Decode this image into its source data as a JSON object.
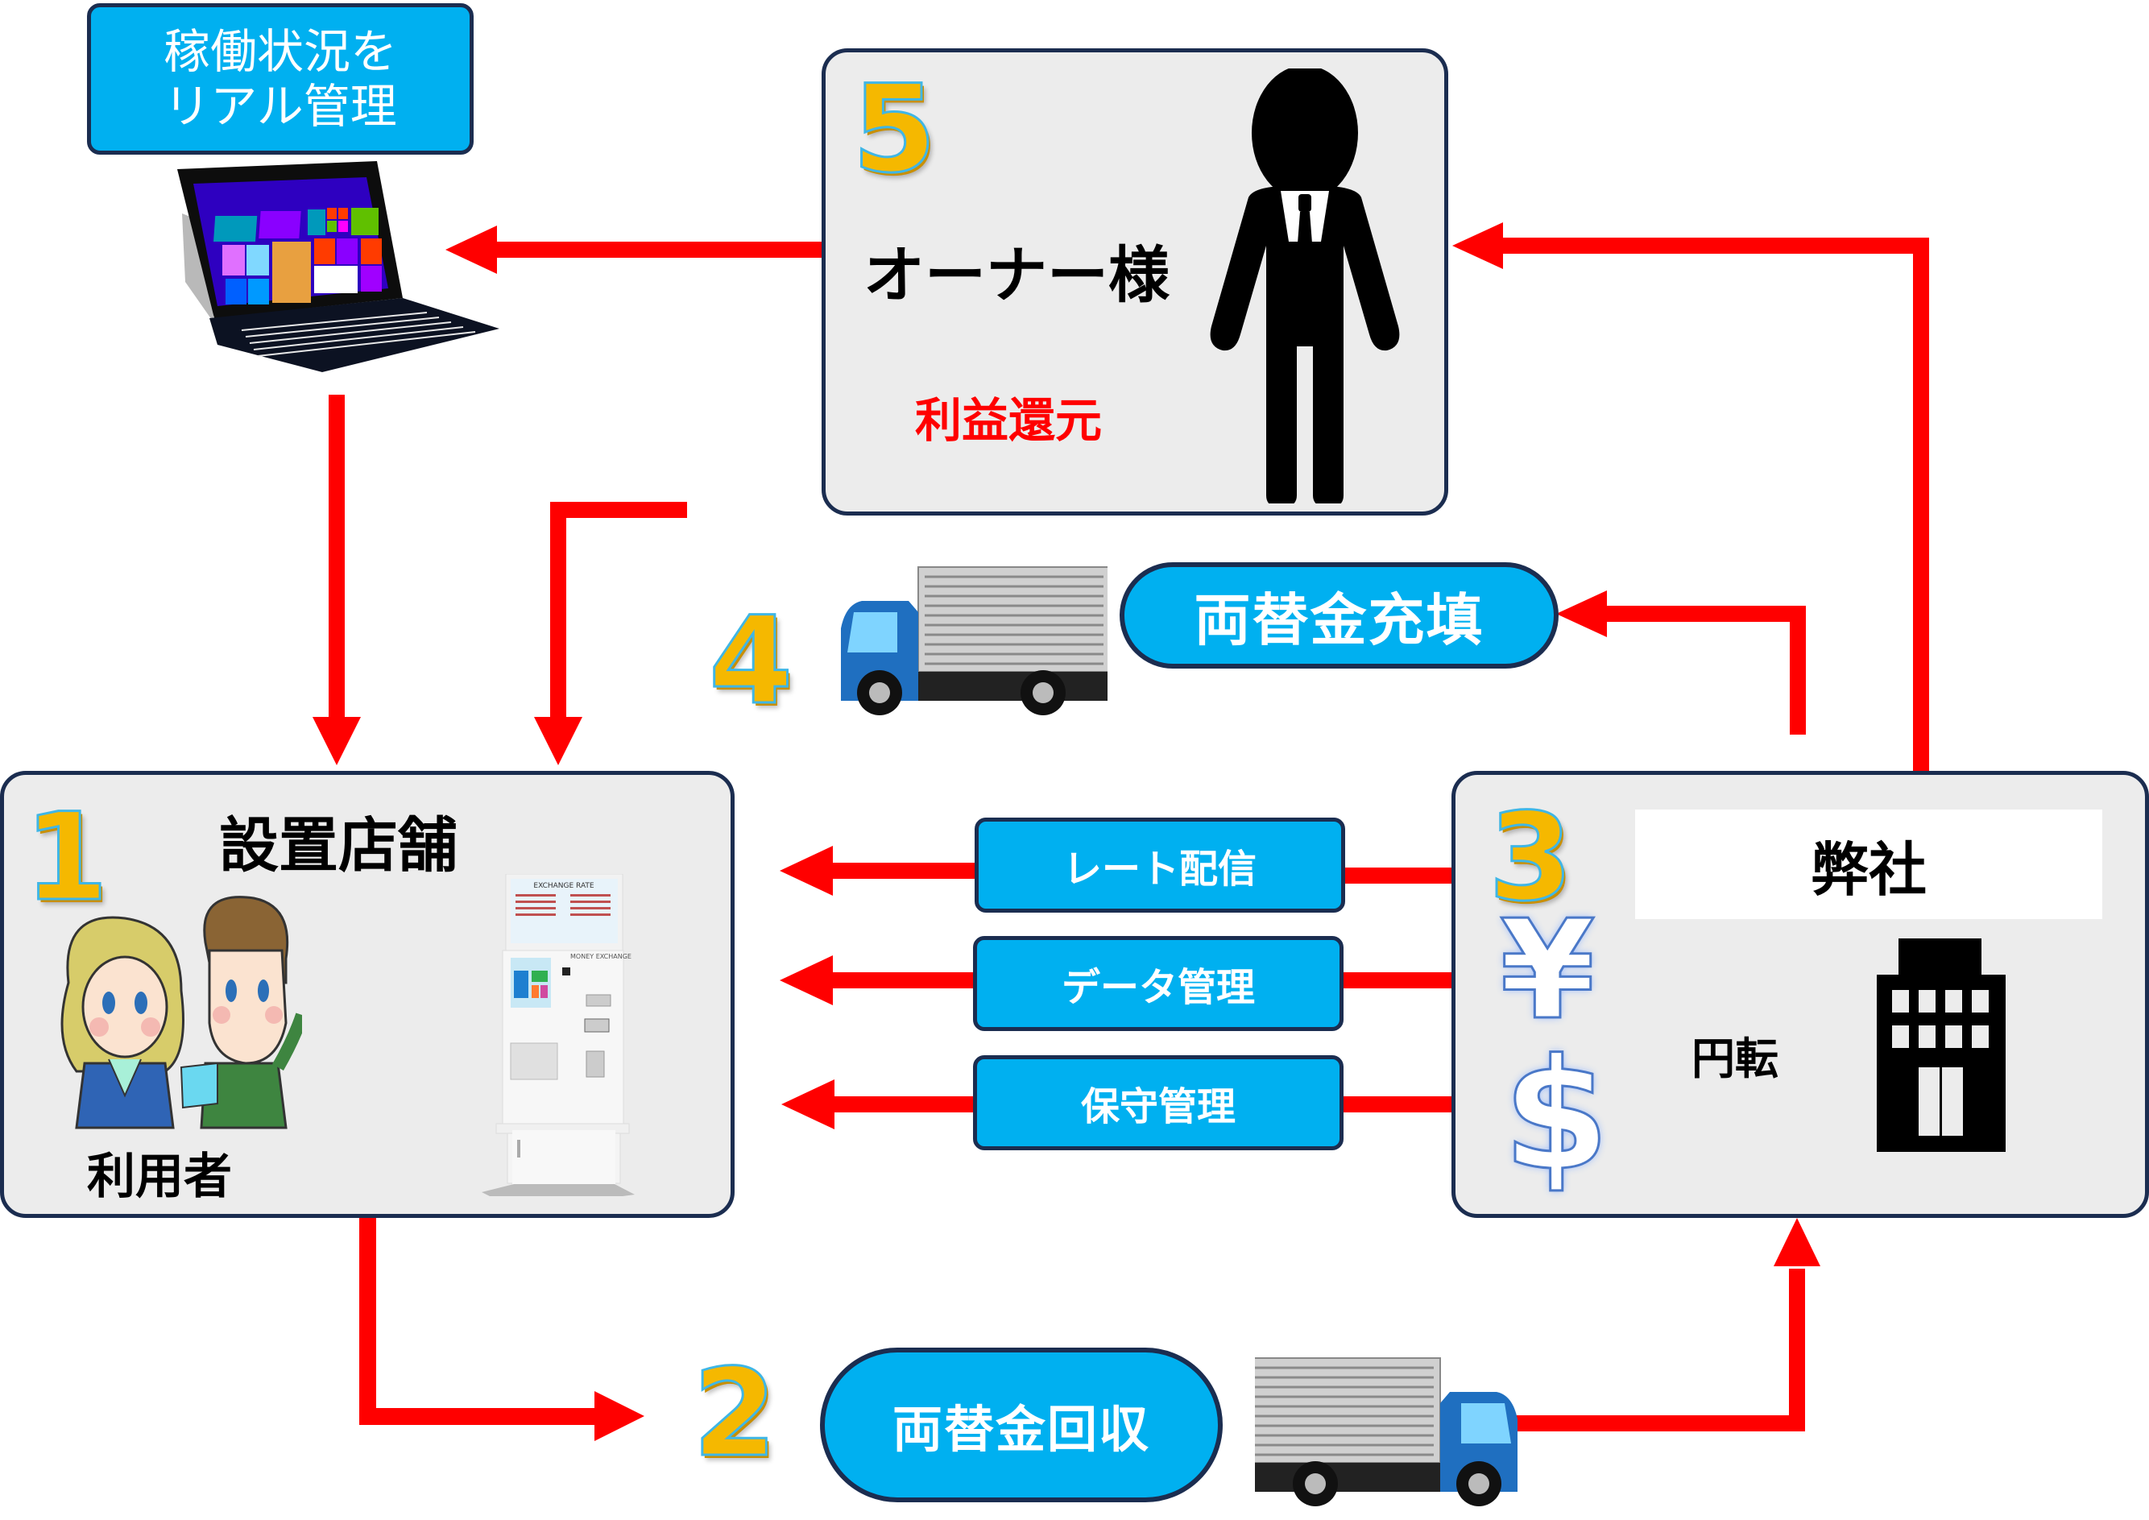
{
  "colors": {
    "arrow": "#ff0000",
    "panel_bg": "#ececec",
    "panel_border": "#1b2d50",
    "accent_blue": "#00b0f0",
    "number_gold": "#f5b800",
    "profit_red": "#ff0000"
  },
  "monitor_box": {
    "line1": "稼働状況を",
    "line2": "リアル管理",
    "icon": "laptop-icon"
  },
  "step1": {
    "number": "1",
    "title": "設置店舗",
    "users_label": "利用者",
    "users_icon": "people-icon",
    "machine": {
      "icon": "exchange-machine-icon",
      "screen_title": "EXCHANGE RATE",
      "brand": "MONEY EXCHANGE"
    }
  },
  "step2": {
    "number": "2",
    "label": "両替金回収",
    "icon": "truck-icon"
  },
  "step3": {
    "number": "3",
    "title": "弊社",
    "cycle_label": "円転",
    "yen_symbol": "¥",
    "dollar_symbol": "$",
    "building_icon": "building-icon"
  },
  "step4": {
    "number": "4",
    "label": "両替金充填",
    "icon": "truck-icon"
  },
  "step5": {
    "number": "5",
    "title": "オーナー様",
    "subtitle": "利益還元",
    "icon": "businessman-icon"
  },
  "services": [
    {
      "label": "レート配信"
    },
    {
      "label": "データ管理"
    },
    {
      "label": "保守管理"
    }
  ]
}
